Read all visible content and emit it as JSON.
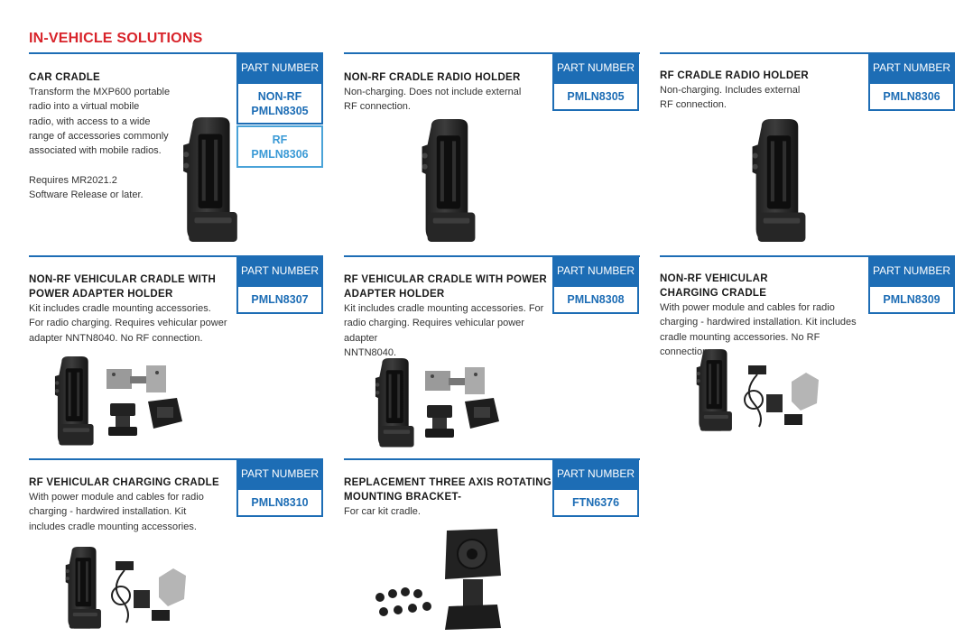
{
  "page": {
    "title": "IN-VEHICLE SOLUTIONS"
  },
  "part_header": "PART NUMBER",
  "cards": [
    {
      "title": "CAR CRADLE",
      "desc": [
        "Transform the MXP600 portable",
        "radio into a virtual mobile",
        "radio, with access to a wide",
        "range of accessories commonly",
        "associated with mobile radios.",
        "",
        "Requires MR2021.2",
        "Software Release or later."
      ],
      "parts": [
        {
          "label": "NON-RF",
          "number": "PMLN8305"
        },
        {
          "label": "RF",
          "number": "PMLN8306"
        }
      ]
    },
    {
      "title": "NON-RF CRADLE RADIO HOLDER",
      "desc": [
        "Non-charging. Does not include external",
        "RF connection."
      ],
      "parts": [
        {
          "number": "PMLN8305"
        }
      ]
    },
    {
      "title": "RF CRADLE RADIO HOLDER",
      "desc": [
        "Non-charging. Includes external",
        "RF connection."
      ],
      "parts": [
        {
          "number": "PMLN8306"
        }
      ]
    },
    {
      "title_lines": [
        "NON-RF VEHICULAR CRADLE WITH",
        "POWER ADAPTER HOLDER"
      ],
      "desc": [
        "Kit includes cradle mounting accessories.",
        "For radio charging. Requires vehicular power",
        "adapter NNTN8040. No RF connection."
      ],
      "parts": [
        {
          "number": "PMLN8307"
        }
      ]
    },
    {
      "title_lines": [
        "RF VEHICULAR CRADLE WITH POWER",
        "ADAPTER HOLDER"
      ],
      "desc": [
        "Kit includes cradle mounting accessories. For",
        "radio charging. Requires vehicular power adapter",
        "NNTN8040."
      ],
      "parts": [
        {
          "number": "PMLN8308"
        }
      ]
    },
    {
      "title_lines": [
        "NON-RF VEHICULAR",
        "CHARGING CRADLE"
      ],
      "desc": [
        "With power module and cables for radio",
        "charging - hardwired installation. Kit includes",
        "cradle mounting accessories. No RF connection."
      ],
      "parts": [
        {
          "number": "PMLN8309"
        }
      ]
    },
    {
      "title": "RF VEHICULAR CHARGING CRADLE",
      "desc": [
        "With power module and cables for radio",
        "charging - hardwired installation. Kit",
        "includes cradle mounting accessories."
      ],
      "parts": [
        {
          "number": "PMLN8310"
        }
      ]
    },
    {
      "title_lines": [
        "REPLACEMENT THREE AXIS ROTATING",
        "MOUNTING BRACKET-"
      ],
      "desc": [
        "For car kit cradle."
      ],
      "parts": [
        {
          "number": "FTN6376"
        }
      ]
    }
  ],
  "colors": {
    "accent": "#1d6db5",
    "title_red": "#d8232a",
    "light_blue": "#3a9ad6"
  },
  "icons": [
    "cradle-image",
    "bracket-image",
    "power-adapter-image",
    "cable-kit-image",
    "screw-set-image"
  ]
}
